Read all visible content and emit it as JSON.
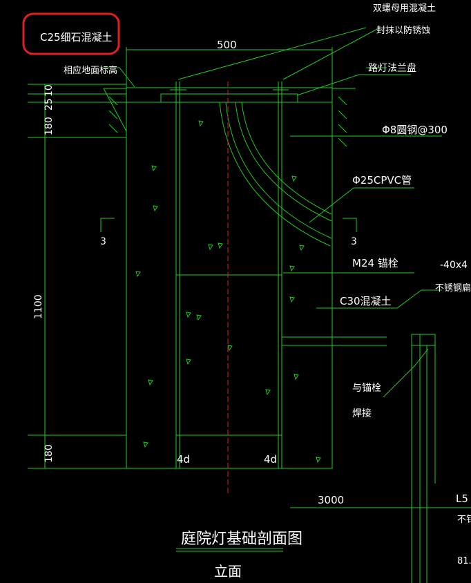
{
  "drawing": {
    "title": "庭院灯基础剖面图",
    "subtitle": "立面",
    "colors": {
      "background": "#000000",
      "green": "#22cc22",
      "text": "#ffffff",
      "axis": "#e02020",
      "highlight": "#e02020"
    }
  },
  "labels": {
    "c25": "C25细石混凝土",
    "ground": "相应地面标高",
    "nut_top": "双螺母用混凝土",
    "nut_bottom": "封抹以防锈蚀",
    "flange": "路灯法兰盘",
    "rebar": "Φ8圆钢@300",
    "pvc": "Φ25CPVC管",
    "m24": "M24 锚栓",
    "steel_flat": "-40x4",
    "steel_flat_2": "不锈钢扁钢",
    "c30": "C30混凝土",
    "weld_1": "与锚栓",
    "weld_2": "焊接",
    "l5": "L5",
    "not": "不钅",
    "bottom_right": "81.",
    "section_left": "3",
    "section_right": "3"
  },
  "dimensions": {
    "width_500": "500",
    "d180_top": "180",
    "d25": "25",
    "d10": "10",
    "d1100": "1100",
    "d180_bottom": "180",
    "d4d_left": "4d",
    "d4d_right": "4d",
    "d3000": "3000"
  }
}
